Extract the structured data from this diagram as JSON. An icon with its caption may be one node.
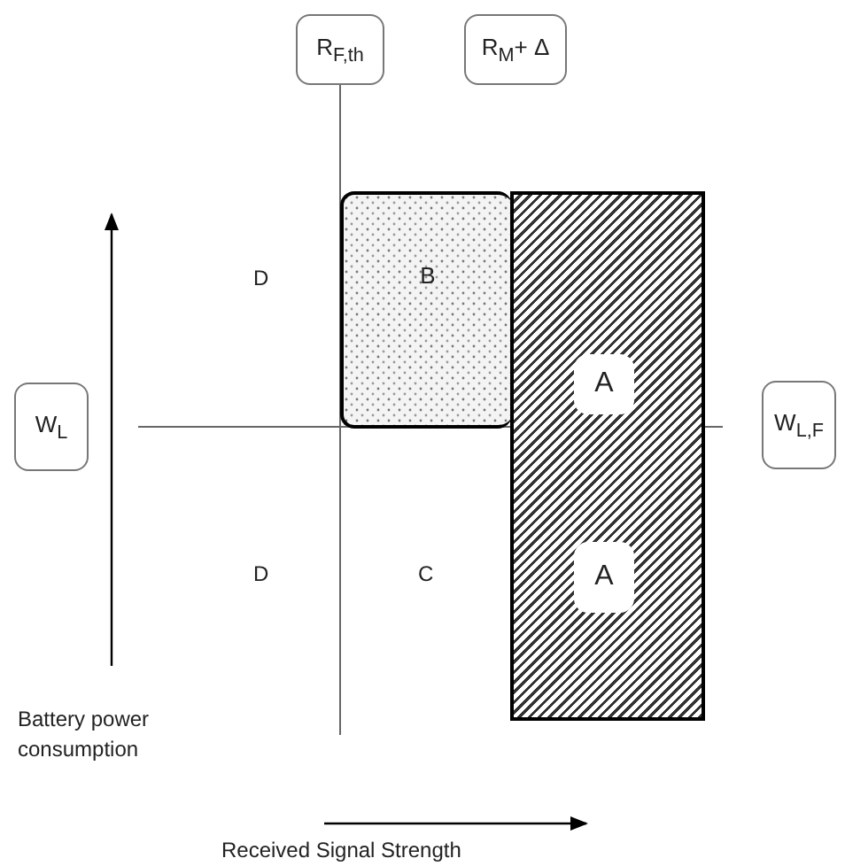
{
  "diagram": {
    "nodes": [
      {
        "text": [
          "R$_{F,th}$"
        ]
      },
      {
        "text": [
          "R$_{M}$+ Δ"
        ]
      },
      {
        "text": [
          "W$_{L}$"
        ]
      },
      {
        "text": [
          "W$_{L,F}$"
        ]
      },
      {
        "text": [
          "B"
        ]
      },
      {
        "text": [],
        "shape": "box"
      },
      {
        "text": [
          "A"
        ],
        "in": 5
      },
      {
        "text": [
          "A"
        ],
        "in": 5
      }
    ],
    "edges": [],
    "labels": [
      "D",
      "D",
      "C",
      "Battery power consumption",
      "Received Signal Strength"
    ]
  }
}
